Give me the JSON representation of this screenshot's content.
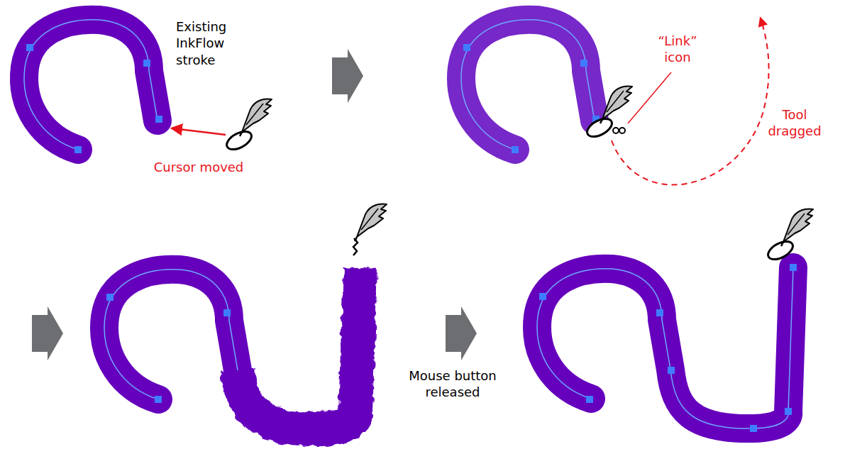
{
  "diagram": {
    "labels": [
      "Existing InkFlow stroke",
      "Cursor moved",
      "“Link” icon",
      "Tool dragged",
      "Mouse button released"
    ]
  }
}
